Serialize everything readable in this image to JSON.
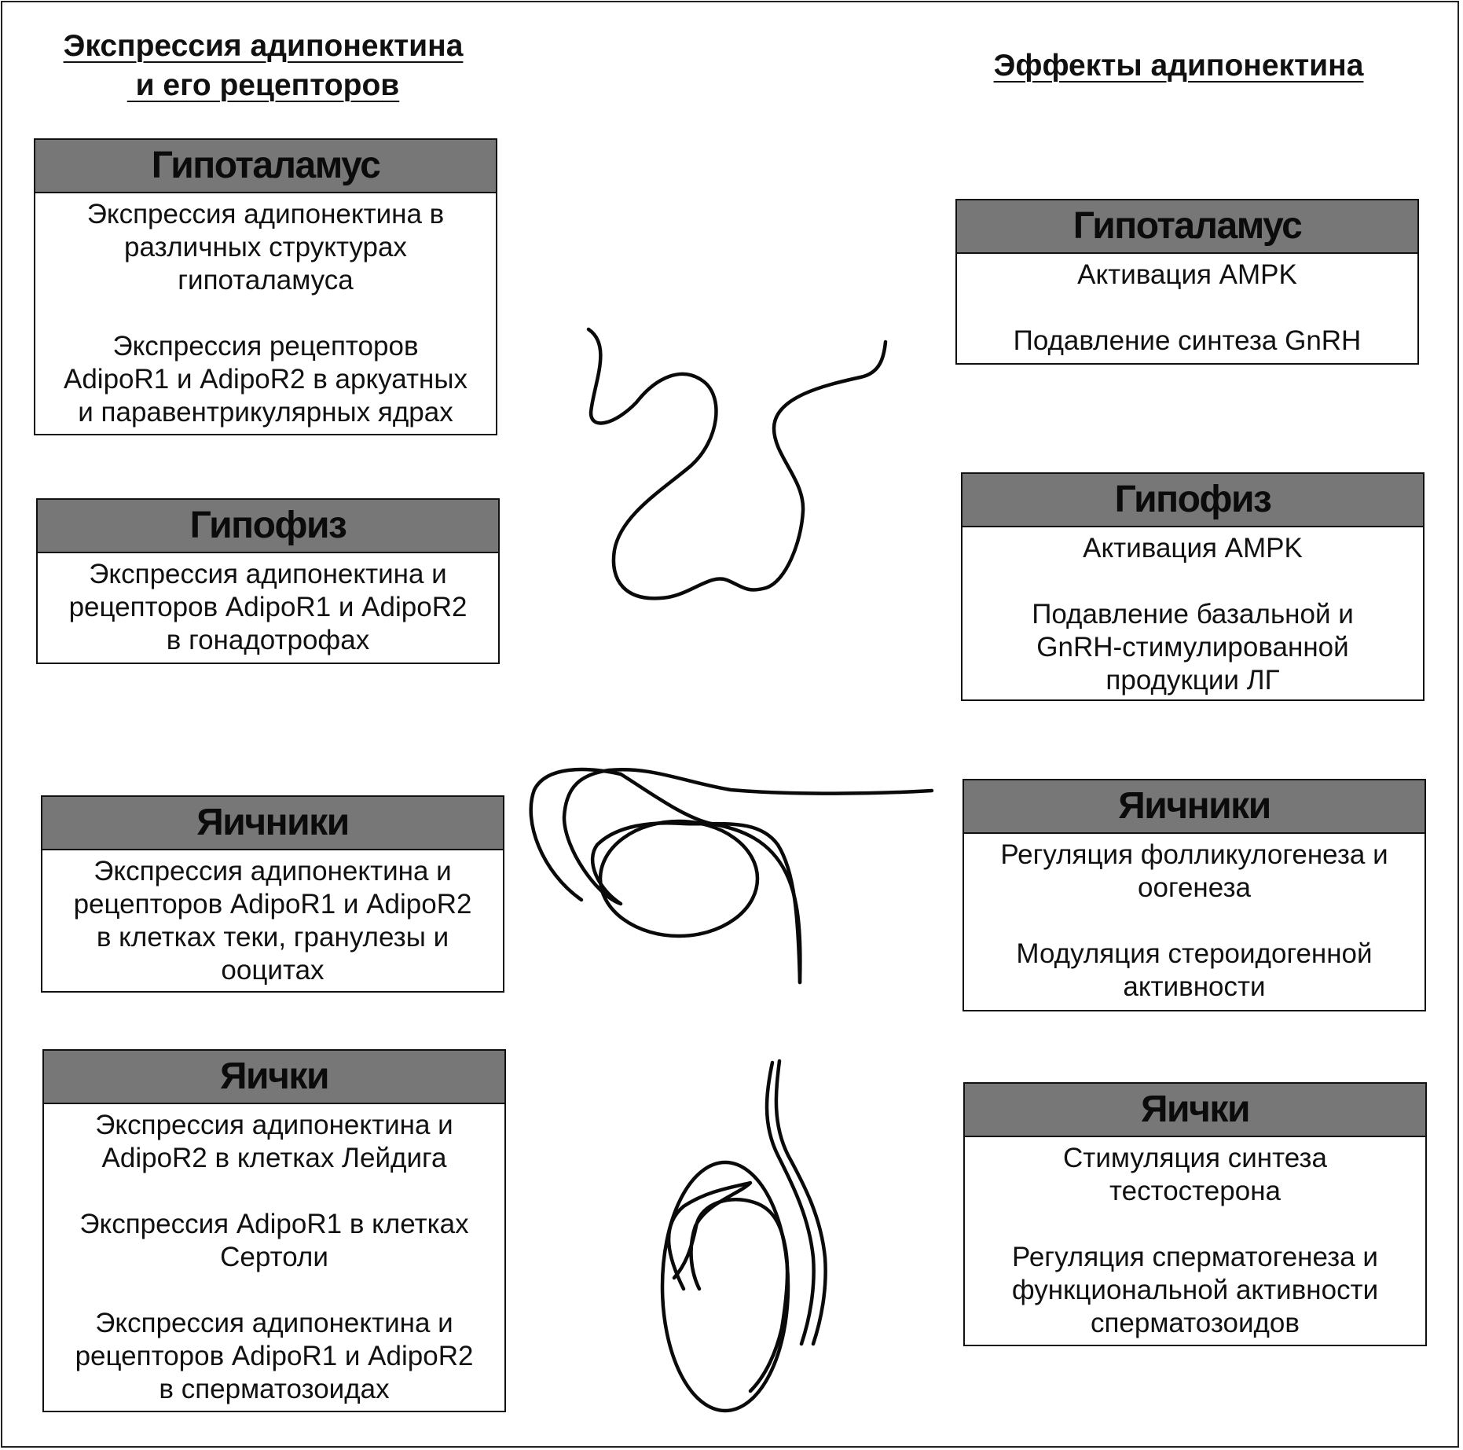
{
  "headings": {
    "left": [
      "Экспрессия адипонектина",
      " и его рецепторов"
    ],
    "right": "Эффекты адипонектина"
  },
  "left_boxes": [
    {
      "title": "Гипоталамус",
      "paragraphs": [
        [
          "Экспрессия адипонектина в",
          "различных структурах",
          "гипоталамуса"
        ],
        [
          "Экспрессия рецепторов",
          "AdipoR1 и AdipoR2 в аркуатных",
          "и паравентрикулярных ядрах"
        ]
      ]
    },
    {
      "title": "Гипофиз",
      "paragraphs": [
        [
          "Экспрессия адипонектина и",
          "рецепторов AdipoR1 и AdipoR2",
          "в гонадотрофах"
        ]
      ]
    },
    {
      "title": "Яичники",
      "paragraphs": [
        [
          "Экспрессия адипонектина и",
          "рецепторов AdipoR1 и AdipoR2",
          "в клетках теки, гранулезы и",
          "ооцитах"
        ]
      ]
    },
    {
      "title": "Яички",
      "paragraphs": [
        [
          "Экспрессия адипонектина и",
          "AdipoR2 в клетках Лейдига"
        ],
        [
          "Экспрессия AdipoR1 в клетках",
          "Сертоли"
        ],
        [
          "Экспрессия адипонектина и",
          "рецепторов AdipoR1 и AdipoR2",
          "в сперматозоидах"
        ]
      ]
    }
  ],
  "right_boxes": [
    {
      "title": "Гипоталамус",
      "paragraphs": [
        [
          "Активация AMPK"
        ],
        [
          "Подавление синтеза GnRH"
        ]
      ]
    },
    {
      "title": "Гипофиз",
      "paragraphs": [
        [
          "Активация AMPK"
        ],
        [
          "Подавление базальной и",
          "GnRH-стимулированной",
          "продукции ЛГ"
        ]
      ]
    },
    {
      "title": "Яичники",
      "paragraphs": [
        [
          "Регуляция фолликулогенеза и",
          "оогенеза"
        ],
        [
          "Модуляция стероидогенной",
          "активности"
        ]
      ]
    },
    {
      "title": "Яички",
      "paragraphs": [
        [
          "Стимуляция синтеза",
          "тестостерона"
        ],
        [
          "Регуляция сперматогенеза и",
          "функциональной активности",
          "сперматозоидов"
        ]
      ]
    }
  ],
  "colors": {
    "title_fill": "#777777",
    "border": "#111111",
    "background": "#ffffff"
  }
}
